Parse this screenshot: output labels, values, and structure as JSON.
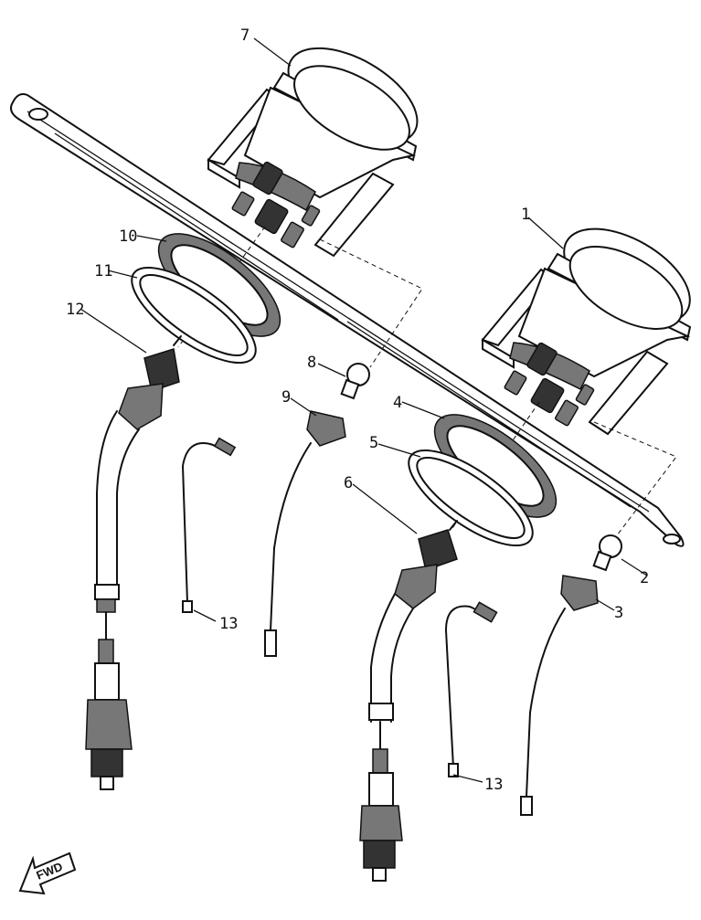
{
  "callouts": [
    {
      "id": "7",
      "text": "7"
    },
    {
      "id": "1",
      "text": "1"
    },
    {
      "id": "10",
      "text": "10"
    },
    {
      "id": "11",
      "text": "11"
    },
    {
      "id": "12",
      "text": "12"
    },
    {
      "id": "8",
      "text": "8"
    },
    {
      "id": "9",
      "text": "9"
    },
    {
      "id": "4",
      "text": "4"
    },
    {
      "id": "5",
      "text": "5"
    },
    {
      "id": "6",
      "text": "6"
    },
    {
      "id": "2",
      "text": "2"
    },
    {
      "id": "3",
      "text": "3"
    },
    {
      "id": "13a",
      "text": "13"
    },
    {
      "id": "13b",
      "text": "13"
    }
  ],
  "direction_marker": {
    "text": "FWD"
  }
}
